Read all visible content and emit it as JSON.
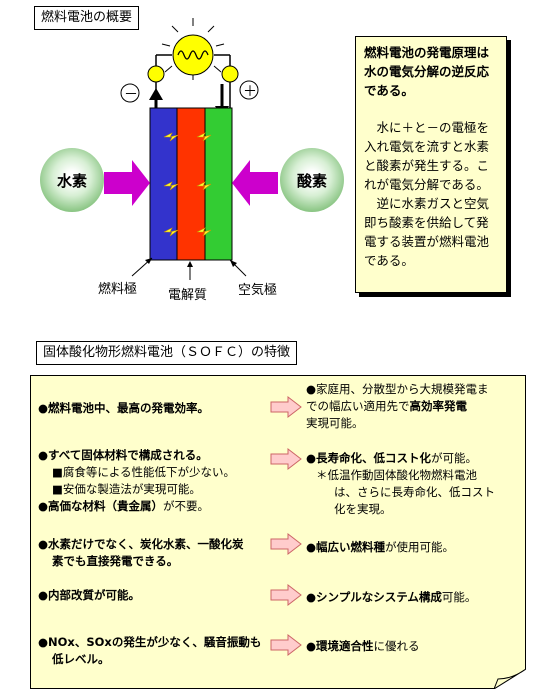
{
  "section1": {
    "title": "燃料電池の概要"
  },
  "diagram": {
    "minus": "－",
    "plus": "＋",
    "hydrogen": "水素",
    "oxygen": "酸素",
    "fuel_electrode": "燃料極",
    "electrolyte": "電解質",
    "air_electrode": "空気極",
    "colors": {
      "fuel": "#3333cc",
      "electrolyte": "#ff3300",
      "air": "#33cc33",
      "arrow": "#cc00cc"
    }
  },
  "principle": {
    "lead": "燃料電池の発電原理は水の電気分解の逆反応である。",
    "para1": "水に＋と－の電極を入れ電気を流すと水素と酸素が発生する。これが電気分解である。",
    "para2": "逆に水素ガスと空気即ち酸素を供給して発電する装置が燃料電池である。"
  },
  "section2": {
    "title": "固体酸化物形燃料電池（ＳＯＦＣ）の特徴"
  },
  "features": {
    "f1": {
      "bullet": "●",
      "text": "燃料電池中、最高の発電効率。"
    },
    "r1": {
      "pre": "●家庭用、分散型から大規模発電ま",
      "line2": "での幅広い適用先で",
      "strong": "高効率発電",
      "line3": "実現可能。"
    },
    "f2": {
      "bullet": "●",
      "text": "すべて固体材料で構成される。",
      "sub1": "■腐食等による性能低下が少ない。",
      "sub2": "■安価な製造法が実現可能。"
    },
    "f3": {
      "bullet": "●",
      "strong1": "高価な材料（貴金属）",
      "rest": "が不要。"
    },
    "r2": {
      "bullet": "●",
      "strong": "長寿命化、低コスト化",
      "rest": "が可能。",
      "note1": "＊低温作動固体酸化物燃料電池",
      "note2": "は、さらに長寿命化、低コスト",
      "note3": "化を実現。"
    },
    "f4": {
      "line1": "●水素だけでなく、炭化水素、一酸化炭",
      "line2": "素でも直接発電できる。"
    },
    "r3": {
      "bullet": "●",
      "strong": "幅広い燃料種",
      "rest": "が使用可能。"
    },
    "f5": {
      "bullet": "●",
      "text": "内部改質が可能。"
    },
    "r4": {
      "bullet": "●",
      "strong": "シンプルなシステム構成",
      "rest": "可能。"
    },
    "f6": {
      "line1": "●NOx、SOxの発生が少なく、騒音振動も",
      "line2": "低レベル。"
    },
    "r5": {
      "bullet": "●",
      "strong": "環境適合性",
      "rest": "に優れる"
    }
  }
}
